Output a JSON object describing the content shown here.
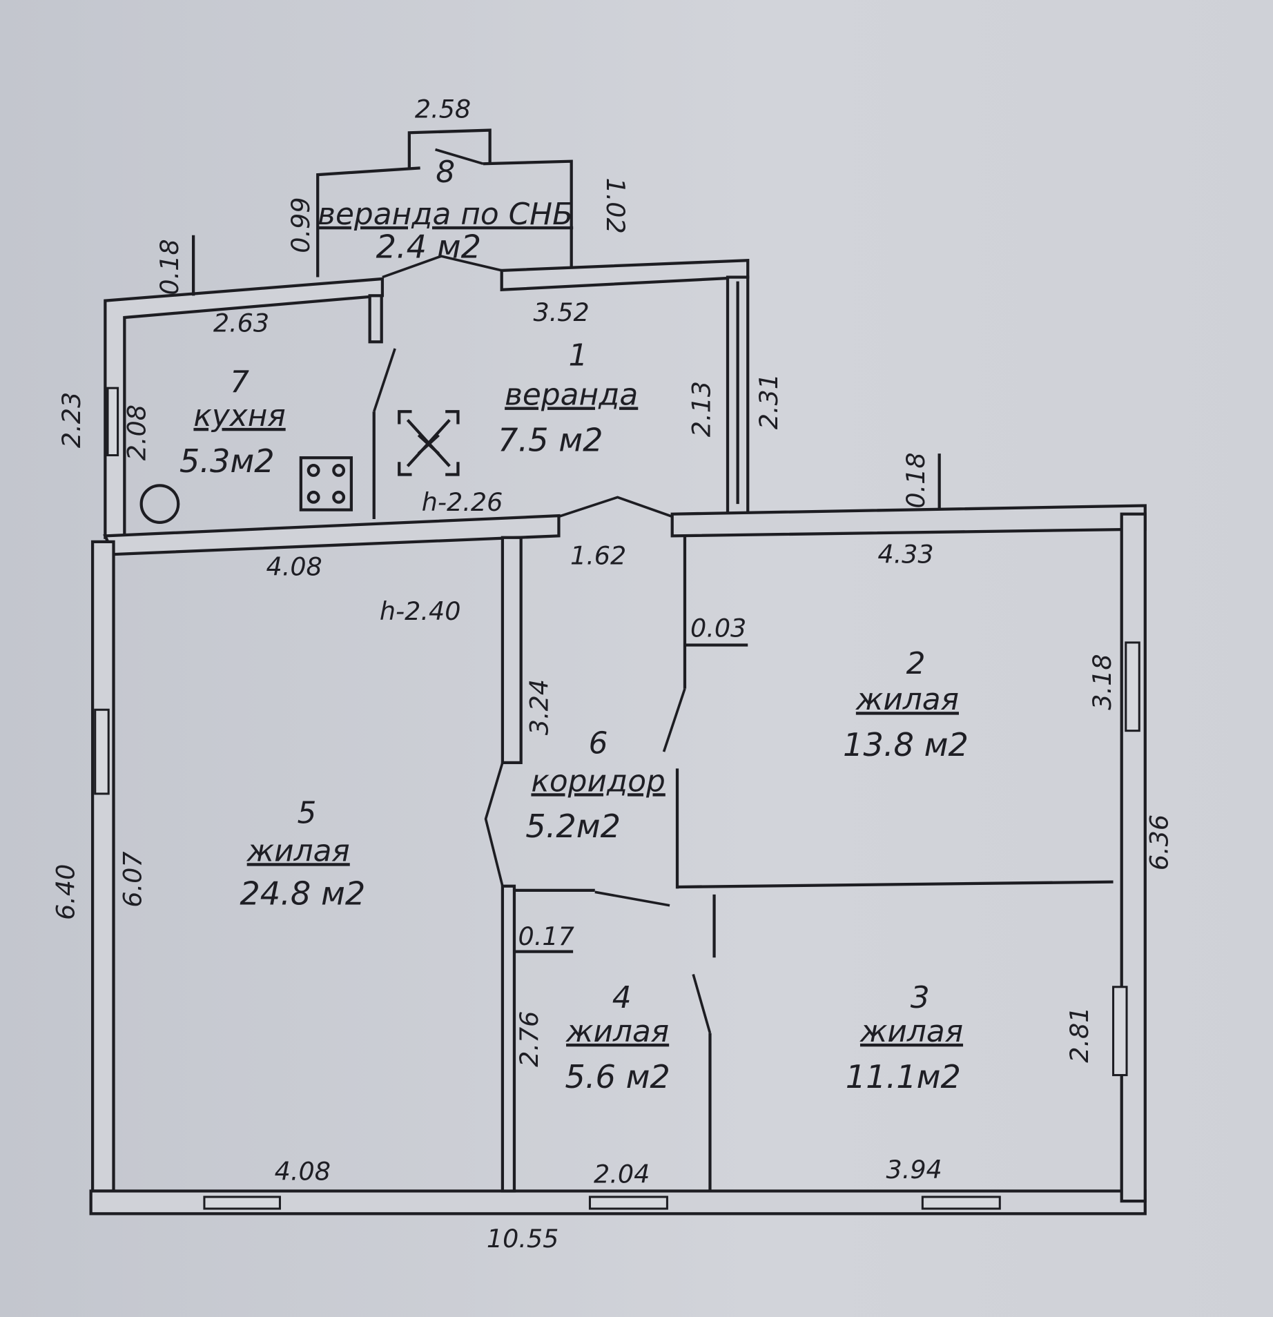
{
  "title": "План дома",
  "rooms": [
    {
      "number": "1",
      "name": "веранда",
      "area": "7.5 м2"
    },
    {
      "number": "2",
      "name": "жилая",
      "area": "13.8 м2"
    },
    {
      "number": "3",
      "name": "жилая",
      "area": "11.1м2"
    },
    {
      "number": "4",
      "name": "жилая",
      "area": "5.6 м2"
    },
    {
      "number": "5",
      "name": "жилая",
      "area": "24.8 м2"
    },
    {
      "number": "6",
      "name": "коридор",
      "area": "5.2м2"
    },
    {
      "number": "7",
      "name": "кухня",
      "area": "5.3м2"
    },
    {
      "number": "8",
      "name": "веранда по СНБ",
      "area": "2.4 м2"
    }
  ],
  "dimensions": [
    "2.58",
    "0.99",
    "1.02",
    "0.18",
    "2.63",
    "3.52",
    "2.23",
    "2.08",
    "2.13",
    "2.31",
    "0.18",
    "h-2.26",
    "4.08",
    "1.62",
    "4.33",
    "h-2.40",
    "0.03",
    "3.24",
    "3.18",
    "6.36",
    "6.07",
    "6.40",
    "0.17",
    "2.76",
    "2.81",
    "4.08",
    "2.04",
    "3.94",
    "10.55"
  ],
  "symbols": [
    "stove-icon",
    "boiler-icon",
    "ventilation-icon"
  ]
}
